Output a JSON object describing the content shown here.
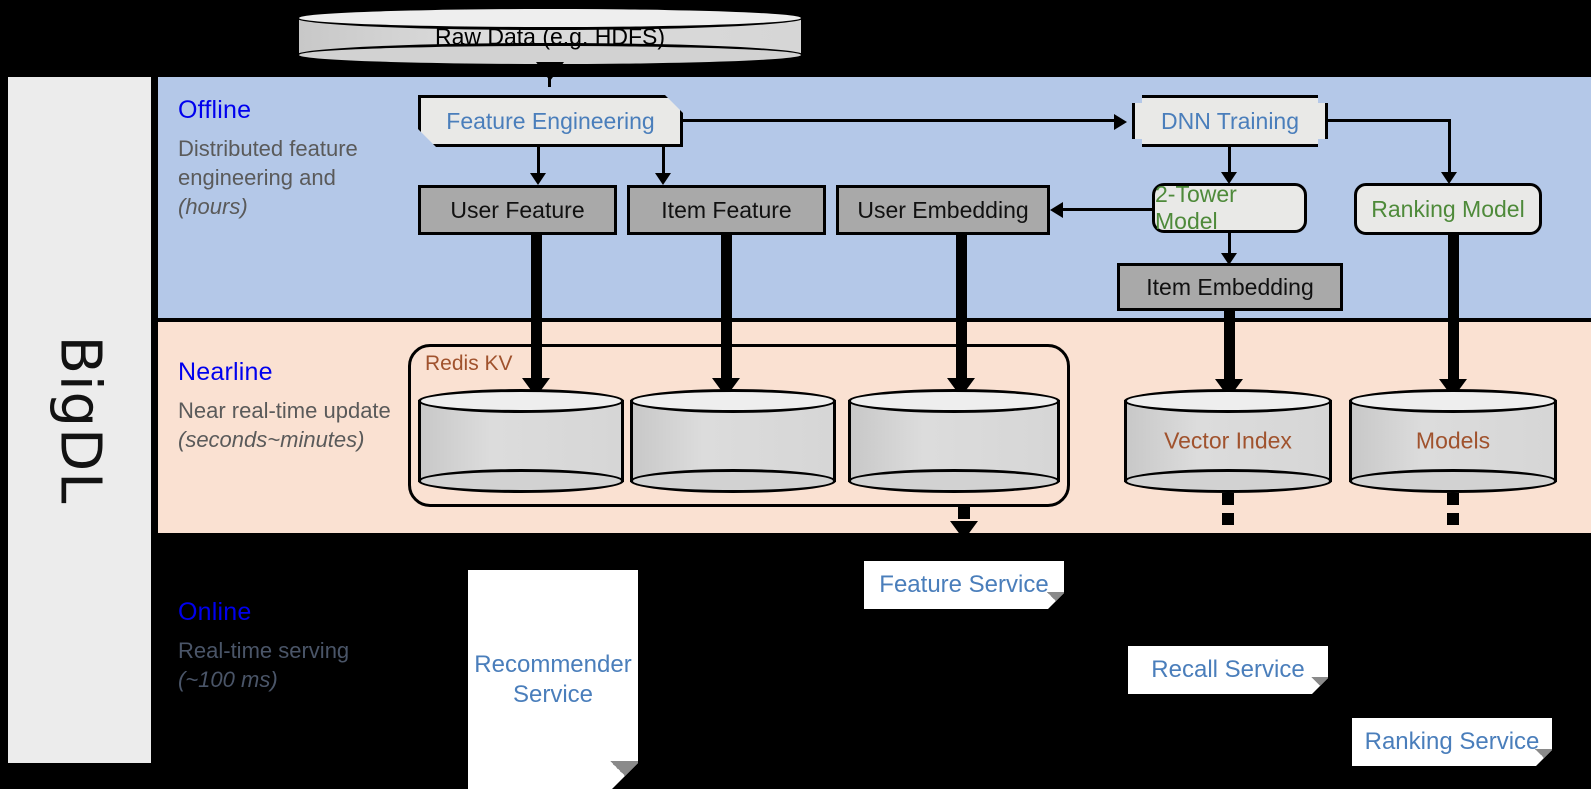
{
  "sidebar": {
    "label": "BigDL"
  },
  "bands": {
    "offline": {
      "title": "Offline",
      "desc": "Distributed feature engineering and ",
      "desc_italic": "(hours)"
    },
    "nearline": {
      "title": "Nearline",
      "desc": "Near real-time update ",
      "desc_italic": "(seconds~minutes)"
    },
    "online": {
      "title": "Online",
      "desc": "Real-time serving ",
      "desc_italic": "(~100 ms)"
    }
  },
  "offline": {
    "raw_data": "Raw Data (e.g. HDFS)",
    "feature_engineering": "Feature Engineering",
    "dnn_training": "DNN Training",
    "user_feature": "User Feature",
    "item_feature": "Item Feature",
    "user_embedding": "User Embedding",
    "two_tower_model": "2-Tower Model",
    "ranking_model": "Ranking Model",
    "item_embedding": "Item Embedding"
  },
  "nearline": {
    "redis_kv": "Redis KV",
    "store_user_feature": "",
    "store_item_feature": "",
    "store_user_embedding": "",
    "vector_index": "Vector Index",
    "models": "Models"
  },
  "online": {
    "recommender_service": "Recommender Service",
    "feature_service": "Feature Service",
    "recall_service": "Recall Service",
    "ranking_service": "Ranking Service"
  },
  "colors": {
    "offline_band": "#b4c8e8",
    "nearline_band": "#fae1d2",
    "online_band": "#000000",
    "band_title": "#0000ee",
    "blue_text": "#4a7ebb",
    "green_text": "#4e8a3a",
    "brown_text": "#a0522d",
    "gray_box": "#a9a9a9",
    "light_box": "#e9e9e7",
    "sidebar": "#ececec"
  }
}
